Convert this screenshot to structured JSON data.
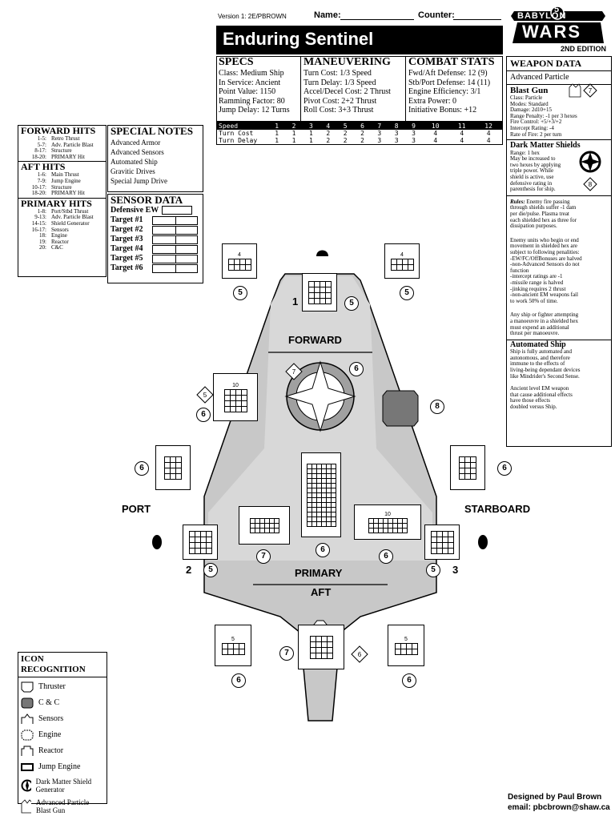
{
  "header": {
    "version": "Version 1: 2E/PBROWN",
    "name_label": "Name:",
    "counter_label": "Counter:",
    "ship_name": "Enduring Sentinel"
  },
  "logo": {
    "text1": "BABYLON",
    "text2": "WARS",
    "edition": "2ND EDITION",
    "number": "5"
  },
  "specs": {
    "title": "SPECS",
    "lines": [
      "Class: Medium Ship",
      "In Service: Ancient",
      "Point Value: 1150",
      "Ramming Factor: 80",
      "Jump Delay: 12 Turns"
    ]
  },
  "maneuvering": {
    "title": "MANEUVERING",
    "lines": [
      "Turn Cost: 1/3 Speed",
      "Turn Delay: 1/3 Speed",
      "Accel/Decel Cost: 2 Thrust",
      "Pivot Cost: 2+2 Thrust",
      "Roll Cost: 3+3 Thrust"
    ]
  },
  "combat_stats": {
    "title": "COMBAT STATS",
    "lines": [
      "Fwd/Aft Defense: 12 (9)",
      "Stb/Port Defense: 14 (11)",
      "Engine Efficiency: 3/1",
      "Extra Power: 0",
      "Initiative Bonus: +12"
    ]
  },
  "speed_table": {
    "rows": [
      {
        "label": "Speed",
        "values": [
          "1",
          "2",
          "3",
          "4",
          "5",
          "6",
          "7",
          "8",
          "9",
          "10",
          "11",
          "12"
        ]
      },
      {
        "label": "Turn Cost",
        "values": [
          "1",
          "1",
          "1",
          "2",
          "2",
          "2",
          "3",
          "3",
          "3",
          "4",
          "4",
          "4"
        ]
      },
      {
        "label": "Turn Delay",
        "values": [
          "1",
          "1",
          "1",
          "2",
          "2",
          "2",
          "3",
          "3",
          "3",
          "4",
          "4",
          "4"
        ]
      }
    ]
  },
  "weapon_data": {
    "title": "WEAPON DATA",
    "subtitle": "Advanced Particle",
    "weapon_name": "Blast Gun",
    "weapon_lines": [
      "Class: Particle",
      "Modes: Standard",
      "Damage: 2d10+15",
      "Range Penalty: -1 per 3 hexes",
      "Fire Control: +5/+3/+2",
      "Intercept Rating: -4",
      "Rate of Fire: 2 per turn"
    ],
    "weapon_badge": "7",
    "shield_name": "Dark Matter Shields",
    "shield_lines": [
      "Range: 1 hex",
      "May be increased to",
      "two hexes by applying",
      "triple power. While",
      "shield is active, use",
      "defensive rating in",
      "parenthesis for ship."
    ],
    "shield_badge": "8",
    "rules_label": "Rules:",
    "rules_lines": [
      "Enemy fire passing",
      "through shields suffer -1 dam",
      "per die/pulse. Plasma treat",
      "each shielded hex as three for",
      "dissipation purposes."
    ],
    "enemy_lines": [
      "Enemy units who begin or end",
      "movement in shielded hex are",
      "subject to following penalities:",
      "-EW/FC/OffBonuses are halved",
      "-non-Advanced Sensors do not",
      "function",
      "-intercept ratings are -1",
      "-missile range is halved",
      "-jinking requires 2 thrust",
      "-non-ancient EM weapons fail",
      "to work 50% of time."
    ],
    "fighter_lines": [
      "Any ship or fighter attempting",
      "a manoeuvre in a shielded hex",
      "must expend an additional",
      "thrust per manoeuvre."
    ],
    "auto_title": "Automated Ship",
    "auto_lines": [
      "Ship is fully automated and",
      "autonomous, and therefore",
      "immune to the effects of",
      "living-being dependant devices",
      "like Mindrider's Second Sense."
    ],
    "em_lines": [
      "Ancient level EM weapon",
      "that cause additional effects",
      "have those effects",
      "doubled versus Ship."
    ]
  },
  "hits": {
    "forward_title": "FORWARD HITS",
    "forward": [
      [
        "1-5:",
        "Retro Thrust"
      ],
      [
        "5-7:",
        "Adv. Particle Blast"
      ],
      [
        "8-17:",
        "Structure"
      ],
      [
        "18-20:",
        "PRIMARY Hit"
      ]
    ],
    "aft_title": "AFT HITS",
    "aft": [
      [
        "1-6:",
        "Main Thrust"
      ],
      [
        "7-9:",
        "Jump Engine"
      ],
      [
        "10-17:",
        "Structure"
      ],
      [
        "18-20:",
        "PRIMARY Hit"
      ]
    ],
    "primary_title": "PRIMARY HITS",
    "primary": [
      [
        "1-8:",
        "Port/Stbd Thrust"
      ],
      [
        "9-13:",
        "Adv. Particle Blast"
      ],
      [
        "14-15:",
        "Shield Generator"
      ],
      [
        "16-17:",
        "Sensors"
      ],
      [
        "18:",
        "Engine"
      ],
      [
        "19:",
        "Reactor"
      ],
      [
        "20:",
        "C&C"
      ]
    ]
  },
  "special_notes": {
    "title": "SPECIAL NOTES",
    "lines": [
      "Advanced Armor",
      "Advanced Sensors",
      "Automated Ship",
      "Gravitic Drives",
      "Special Jump Drive"
    ]
  },
  "sensor_data": {
    "title": "SENSOR DATA",
    "defensive": "Defensive EW",
    "targets": [
      "Target #1",
      "Target #2",
      "Target #3",
      "Target #4",
      "Target #5",
      "Target #6"
    ]
  },
  "diagram": {
    "forward": "FORWARD",
    "port": "PORT",
    "starboard": "STARBOARD",
    "primary": "PRIMARY",
    "aft": "AFT",
    "section_1": "1",
    "section_2": "2",
    "section_3": "3",
    "c5": "5",
    "c6": "6",
    "c7": "7",
    "c8": "8",
    "thruster_4": "4",
    "thruster_5": "5",
    "reactor_10": "10"
  },
  "icon_recognition": {
    "title": "ICON RECOGNITION",
    "items": [
      "Thruster",
      "C & C",
      "Sensors",
      "Engine",
      "Reactor",
      "Jump Engine",
      "Dark Matter Shield Generator",
      "Advanced Particle Blast Gun"
    ]
  },
  "footer": {
    "designed": "Designed by Paul Brown",
    "email": "email: pbcbrown@shaw.ca"
  }
}
